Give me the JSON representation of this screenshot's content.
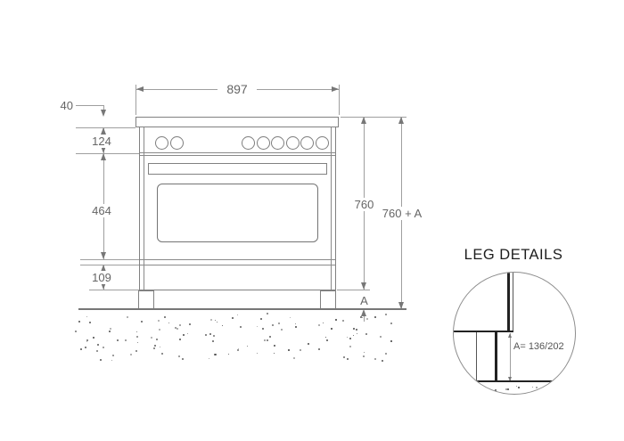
{
  "drawing": {
    "dimensions": {
      "width_mm": "897",
      "top_thickness_mm": "40",
      "control_panel_mm": "124",
      "door_mm": "464",
      "plinth_mm": "109",
      "body_height_mm": "760",
      "total_height_mm": "760 + A",
      "leg_height_label": "A"
    },
    "knobs": {
      "left_count": 2,
      "right_count": 6
    },
    "leg_details": {
      "title": "LEG DETAILS",
      "leg_height_value": "A= 136/202"
    }
  }
}
